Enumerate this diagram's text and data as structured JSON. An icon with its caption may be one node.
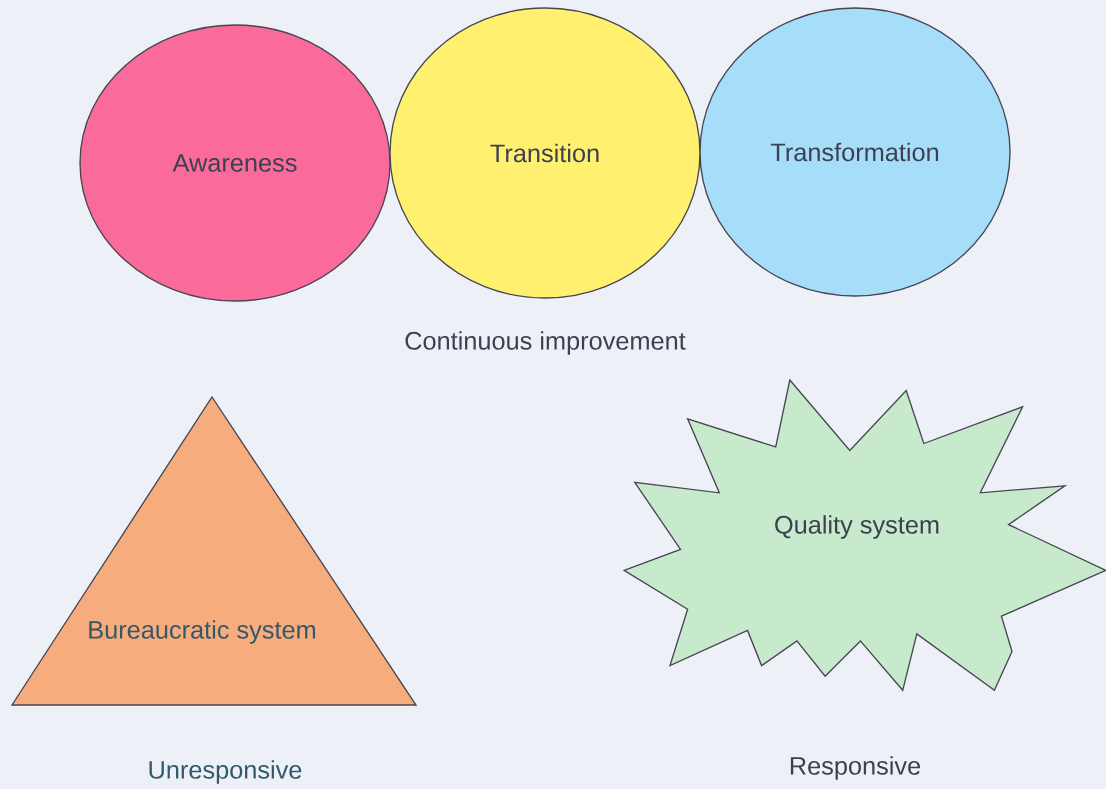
{
  "diagram": {
    "nodes": [
      {
        "text": [
          "Awareness"
        ]
      },
      {
        "text": [
          "Transition"
        ]
      },
      {
        "text": [
          "Transformation"
        ]
      },
      {
        "text": [
          "Bureaucratic system"
        ]
      },
      {
        "text": [
          "Quality system"
        ]
      }
    ],
    "labels": [
      "Continuous improvement",
      "Unresponsive",
      "Responsive"
    ]
  }
}
